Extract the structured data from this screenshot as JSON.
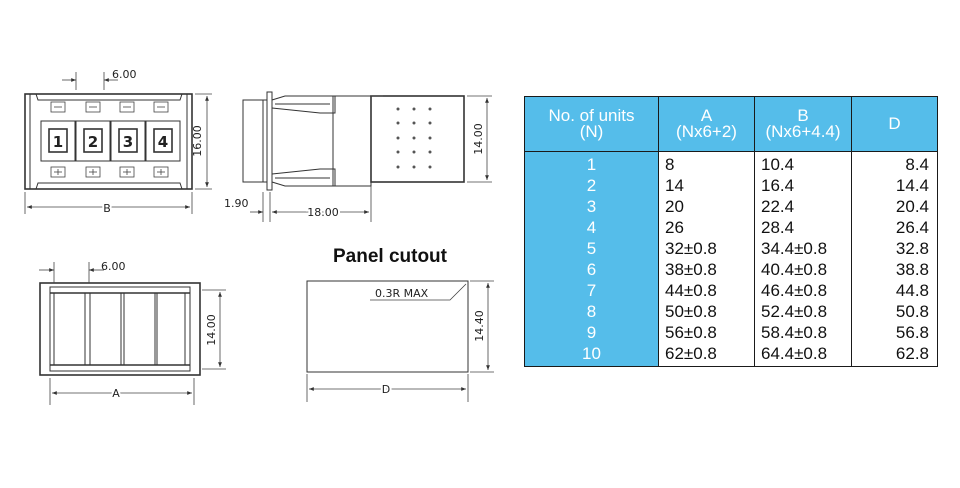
{
  "drawings": {
    "front_view": {
      "pitch_dim": "6.00",
      "height_dim": "16.00",
      "width_label": "B",
      "units": [
        "1",
        "2",
        "3",
        "4"
      ]
    },
    "side_view": {
      "flange_dim": "1.90",
      "depth_dim": "18.00",
      "height_dim": "14.00"
    },
    "back_view": {
      "pitch_dim": "6.00",
      "height_dim": "14.00",
      "width_label": "A"
    },
    "panel_cutout": {
      "title": "Panel cutout",
      "radius_note": "0.3R MAX",
      "height_dim": "14.40",
      "width_label": "D"
    }
  },
  "table": {
    "headers": {
      "n": [
        "No. of units",
        "(N)"
      ],
      "a": [
        "A",
        "(Nx6+2)"
      ],
      "b": [
        "B",
        "(Nx6+4.4)"
      ],
      "d": [
        "D"
      ]
    },
    "rows": [
      {
        "n": "1",
        "a": "8",
        "b": "10.4",
        "d": "8.4"
      },
      {
        "n": "2",
        "a": "14",
        "b": "16.4",
        "d": "14.4"
      },
      {
        "n": "3",
        "a": "20",
        "b": "22.4",
        "d": "20.4"
      },
      {
        "n": "4",
        "a": "26",
        "b": "28.4",
        "d": "26.4"
      },
      {
        "n": "5",
        "a": "32±0.8",
        "b": "34.4±0.8",
        "d": "32.8"
      },
      {
        "n": "6",
        "a": "38±0.8",
        "b": "40.4±0.8",
        "d": "38.8"
      },
      {
        "n": "7",
        "a": "44±0.8",
        "b": "46.4±0.8",
        "d": "44.8"
      },
      {
        "n": "8",
        "a": "50±0.8",
        "b": "52.4±0.8",
        "d": "50.8"
      },
      {
        "n": "9",
        "a": "56±0.8",
        "b": "58.4±0.8",
        "d": "56.8"
      },
      {
        "n": "10",
        "a": "62±0.8",
        "b": "64.4±0.8",
        "d": "62.8"
      }
    ]
  },
  "colors": {
    "header_bg": "#55bdea",
    "header_text": "#ffffff",
    "line": "#333333"
  }
}
